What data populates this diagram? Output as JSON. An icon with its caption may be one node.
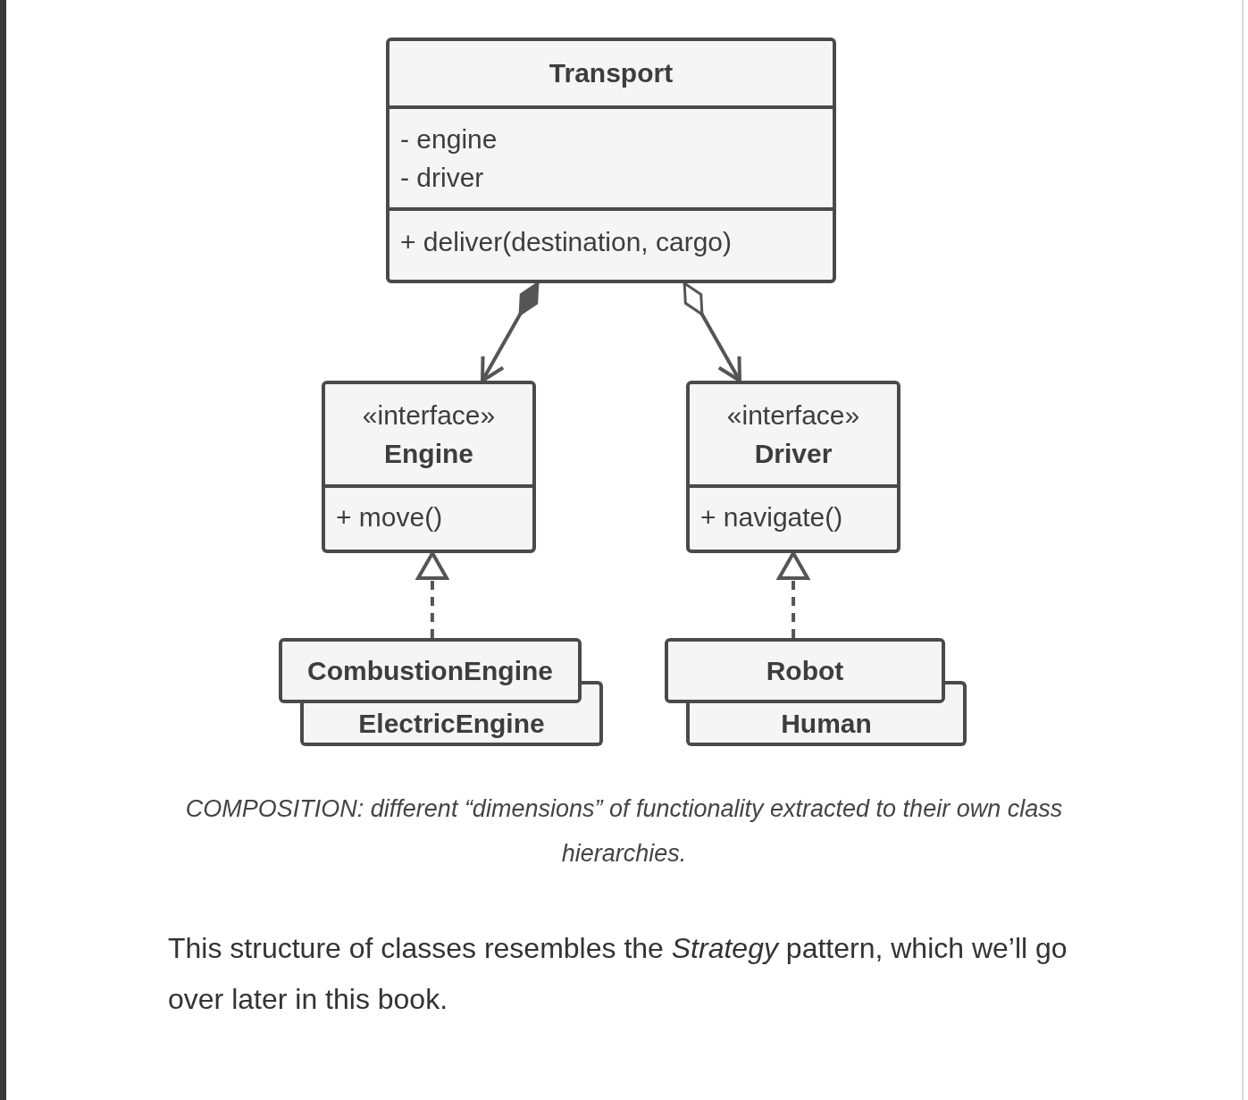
{
  "diagram": {
    "caption": "COMPOSITION: different “dimensions” of functionality extracted to their own class hierarchies.",
    "nodes": [
      {
        "text": [
          "Transport",
          "- engine",
          "- driver",
          "+ deliver(destination, cargo)"
        ]
      },
      {
        "text": [
          "«interface»",
          "Engine",
          "+ move()"
        ]
      },
      {
        "text": [
          "«interface»",
          "Driver",
          "+ navigate()"
        ]
      },
      {
        "text": [
          "CombustionEngine"
        ]
      },
      {
        "text": [
          "ElectricEngine"
        ]
      },
      {
        "text": [
          "Robot"
        ]
      },
      {
        "text": [
          "Human"
        ]
      }
    ],
    "edges": [
      {
        "from": 0,
        "to": 1,
        "arrow": "to"
      },
      {
        "from": 0,
        "to": 2,
        "arrow": "to"
      },
      {
        "from": 3,
        "to": 1,
        "arrow": "to",
        "style": "dashed"
      },
      {
        "from": 5,
        "to": 2,
        "arrow": "to",
        "style": "dashed"
      }
    ],
    "labels": [
      "This structure of classes resembles the *Strategy* pattern, which we’ll go over later in this book."
    ]
  }
}
